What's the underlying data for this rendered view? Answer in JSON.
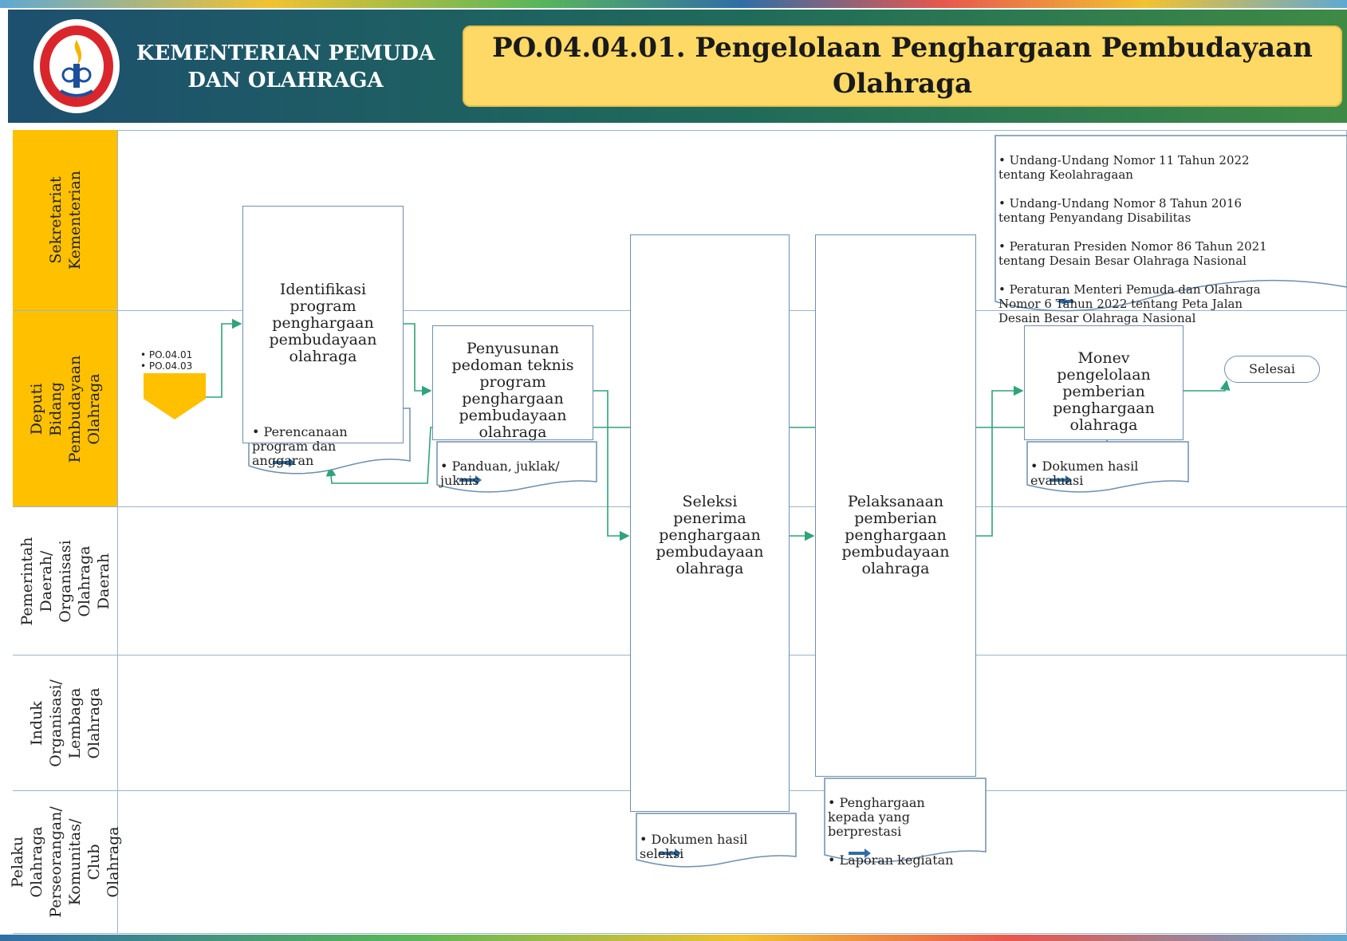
{
  "header": {
    "org_name": "KEMENTERIAN PEMUDA\nDAN OLAHRAGA",
    "title": "PO.04.04.01.  Pengelolaan  Penghargaan  Pembudayaan\nOlahraga",
    "logo_icon": "kemenpora-logo-icon",
    "title_bg_color": "#ffd966",
    "lane_accent_color": "#ffc000",
    "connector_color": "#2fa37a"
  },
  "lanes": [
    {
      "label": "Sekretariat\nKementerian"
    },
    {
      "label": "Deputi Bidang\nPembudayaan Olahraga"
    },
    {
      "label": "Pemerintah\nDaerah/ Organisasi\nOlahraga Daerah"
    },
    {
      "label": "Induk Organisasi/\nLembaga\nOlahraga"
    },
    {
      "label": "Pelaku Olahraga\nPerseorangan/\nKomunitas/\nClub Olahraga"
    }
  ],
  "start_refs": [
    "PO.04.01",
    "PO.04.03"
  ],
  "processes": {
    "identifikasi": "Identifikasi\nprogram\npenghargaan\npembudayaan\nolahraga",
    "penyusunan": "Penyusunan\npedoman teknis\nprogram\npenghargaan\npembudayaan\nolahraga",
    "seleksi": "Seleksi\npenerima\npenghargaan\npembudayaan\nolahraga",
    "pelaksanaan": "Pelaksanaan\npemberian\npenghargaan\npembudayaan\nolahraga",
    "monev": "Monev\npengelolaan\npemberian\npenghargaan\nolahraga"
  },
  "documents": {
    "regulasi": [
      "Undang-Undang Nomor 11 Tahun 2022\ntentang Keolahragaan",
      "Undang-Undang Nomor 8 Tahun 2016\ntentang Penyandang Disabilitas",
      "Peraturan Presiden Nomor 86 Tahun 2021\ntentang Desain Besar Olahraga Nasional",
      "Peraturan Menteri Pemuda dan Olahraga\nNomor 6 Tahun 2022 tentang Peta Jalan\nDesain Besar Olahraga Nasional"
    ],
    "perencanaan": [
      "Perencanaan\nprogram dan\nanggaran"
    ],
    "panduan": [
      "Panduan, juklak/\njuknis"
    ],
    "dokumen_seleksi": [
      "Dokumen hasil\nseleksi"
    ],
    "penghargaan": [
      "Penghargaan\nkepada yang\nberprestasi",
      "Laporan kegiatan"
    ],
    "dokumen_evaluasi": [
      "Dokumen hasil\nevaluasi"
    ]
  },
  "end_label": "Selesai"
}
